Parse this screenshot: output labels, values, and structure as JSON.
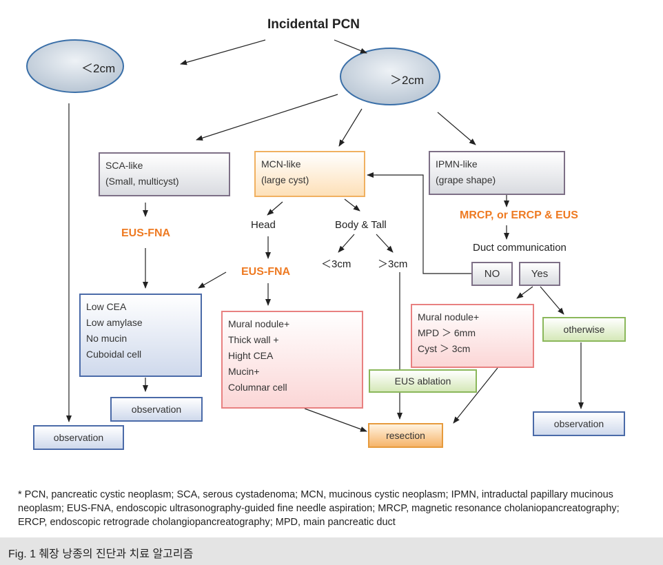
{
  "title": "Incidental PCN",
  "ellipses": {
    "small": "＜2cm",
    "large": "＞2cm"
  },
  "categories": {
    "sca": [
      "SCA-like",
      "(Small, multicyst)"
    ],
    "mcn": [
      "MCN-like",
      "(large cyst)"
    ],
    "ipmn": [
      "IPMN-like",
      "(grape shape)"
    ]
  },
  "labels": {
    "eus_fna_left": "EUS-FNA",
    "eus_fna_mid": "EUS-FNA",
    "mrcp": "MRCP, or ERCP & EUS",
    "duct_communication": "Duct communication",
    "head": "Head",
    "body_tail": "Body & Tall",
    "lt3": "＜3cm",
    "gt3": "＞3cm"
  },
  "boxes": {
    "no": "NO",
    "yes": "Yes",
    "sca_result": [
      "Low CEA",
      "Low amylase",
      "No mucin",
      "Cuboidal cell"
    ],
    "mcn_result": [
      "Mural nodule+",
      "Thick wall +",
      "Hight CEA",
      "Mucin+",
      "Columnar cell"
    ],
    "ipmn_result": [
      "Mural nodule+",
      "MPD ＞ 6mm",
      "Cyst ＞ 3cm"
    ],
    "otherwise": "otherwise",
    "eus_ablation": "EUS ablation",
    "resection": "resection",
    "observation_left": "observation",
    "observation_mid": "observation",
    "observation_right": "observation"
  },
  "footnote": "* PCN, pancreatic cystic neoplasm; SCA, serous cystadenoma; MCN, mucinous cystic neoplasm; IPMN, intraductal papillary mucinous neoplasm; EUS-FNA, endoscopic ultrasonography-guided fine needle aspiration; MRCP, magnetic resonance cholaniopancreatography; ERCP, endoscopic retrograde cholangiopancreatography; MPD, main pancreatic duct",
  "caption": "Fig. 1 췌장 낭종의 진단과 치료 알고리즘",
  "colors": {
    "accent": "#ee7a22",
    "ellipse_fill": "#c9d3de",
    "ellipse_stroke": "#3a6fa8",
    "arrow": "#222222"
  }
}
